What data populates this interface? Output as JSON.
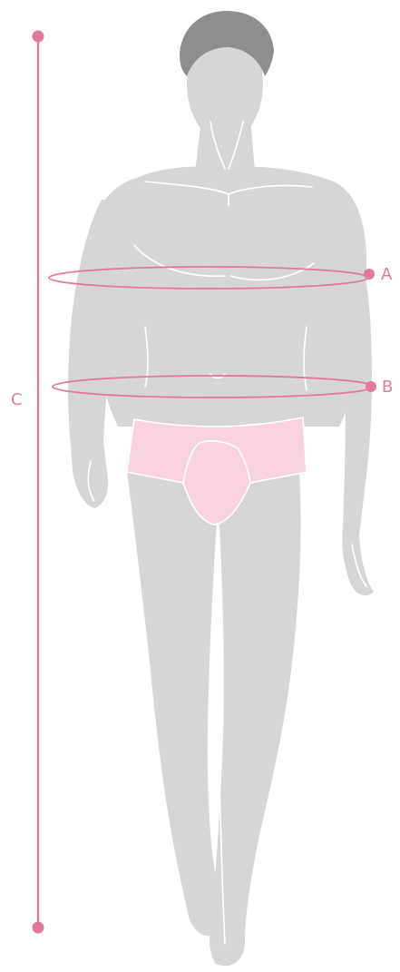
{
  "colors": {
    "accent": "#e07a9c",
    "figure": "#d6d6d6",
    "figure_line": "#ffffff",
    "hair": "#8e8e8e",
    "underwear": "#f9d4df"
  },
  "labels": {
    "a": "A",
    "b": "B",
    "c": "C"
  }
}
